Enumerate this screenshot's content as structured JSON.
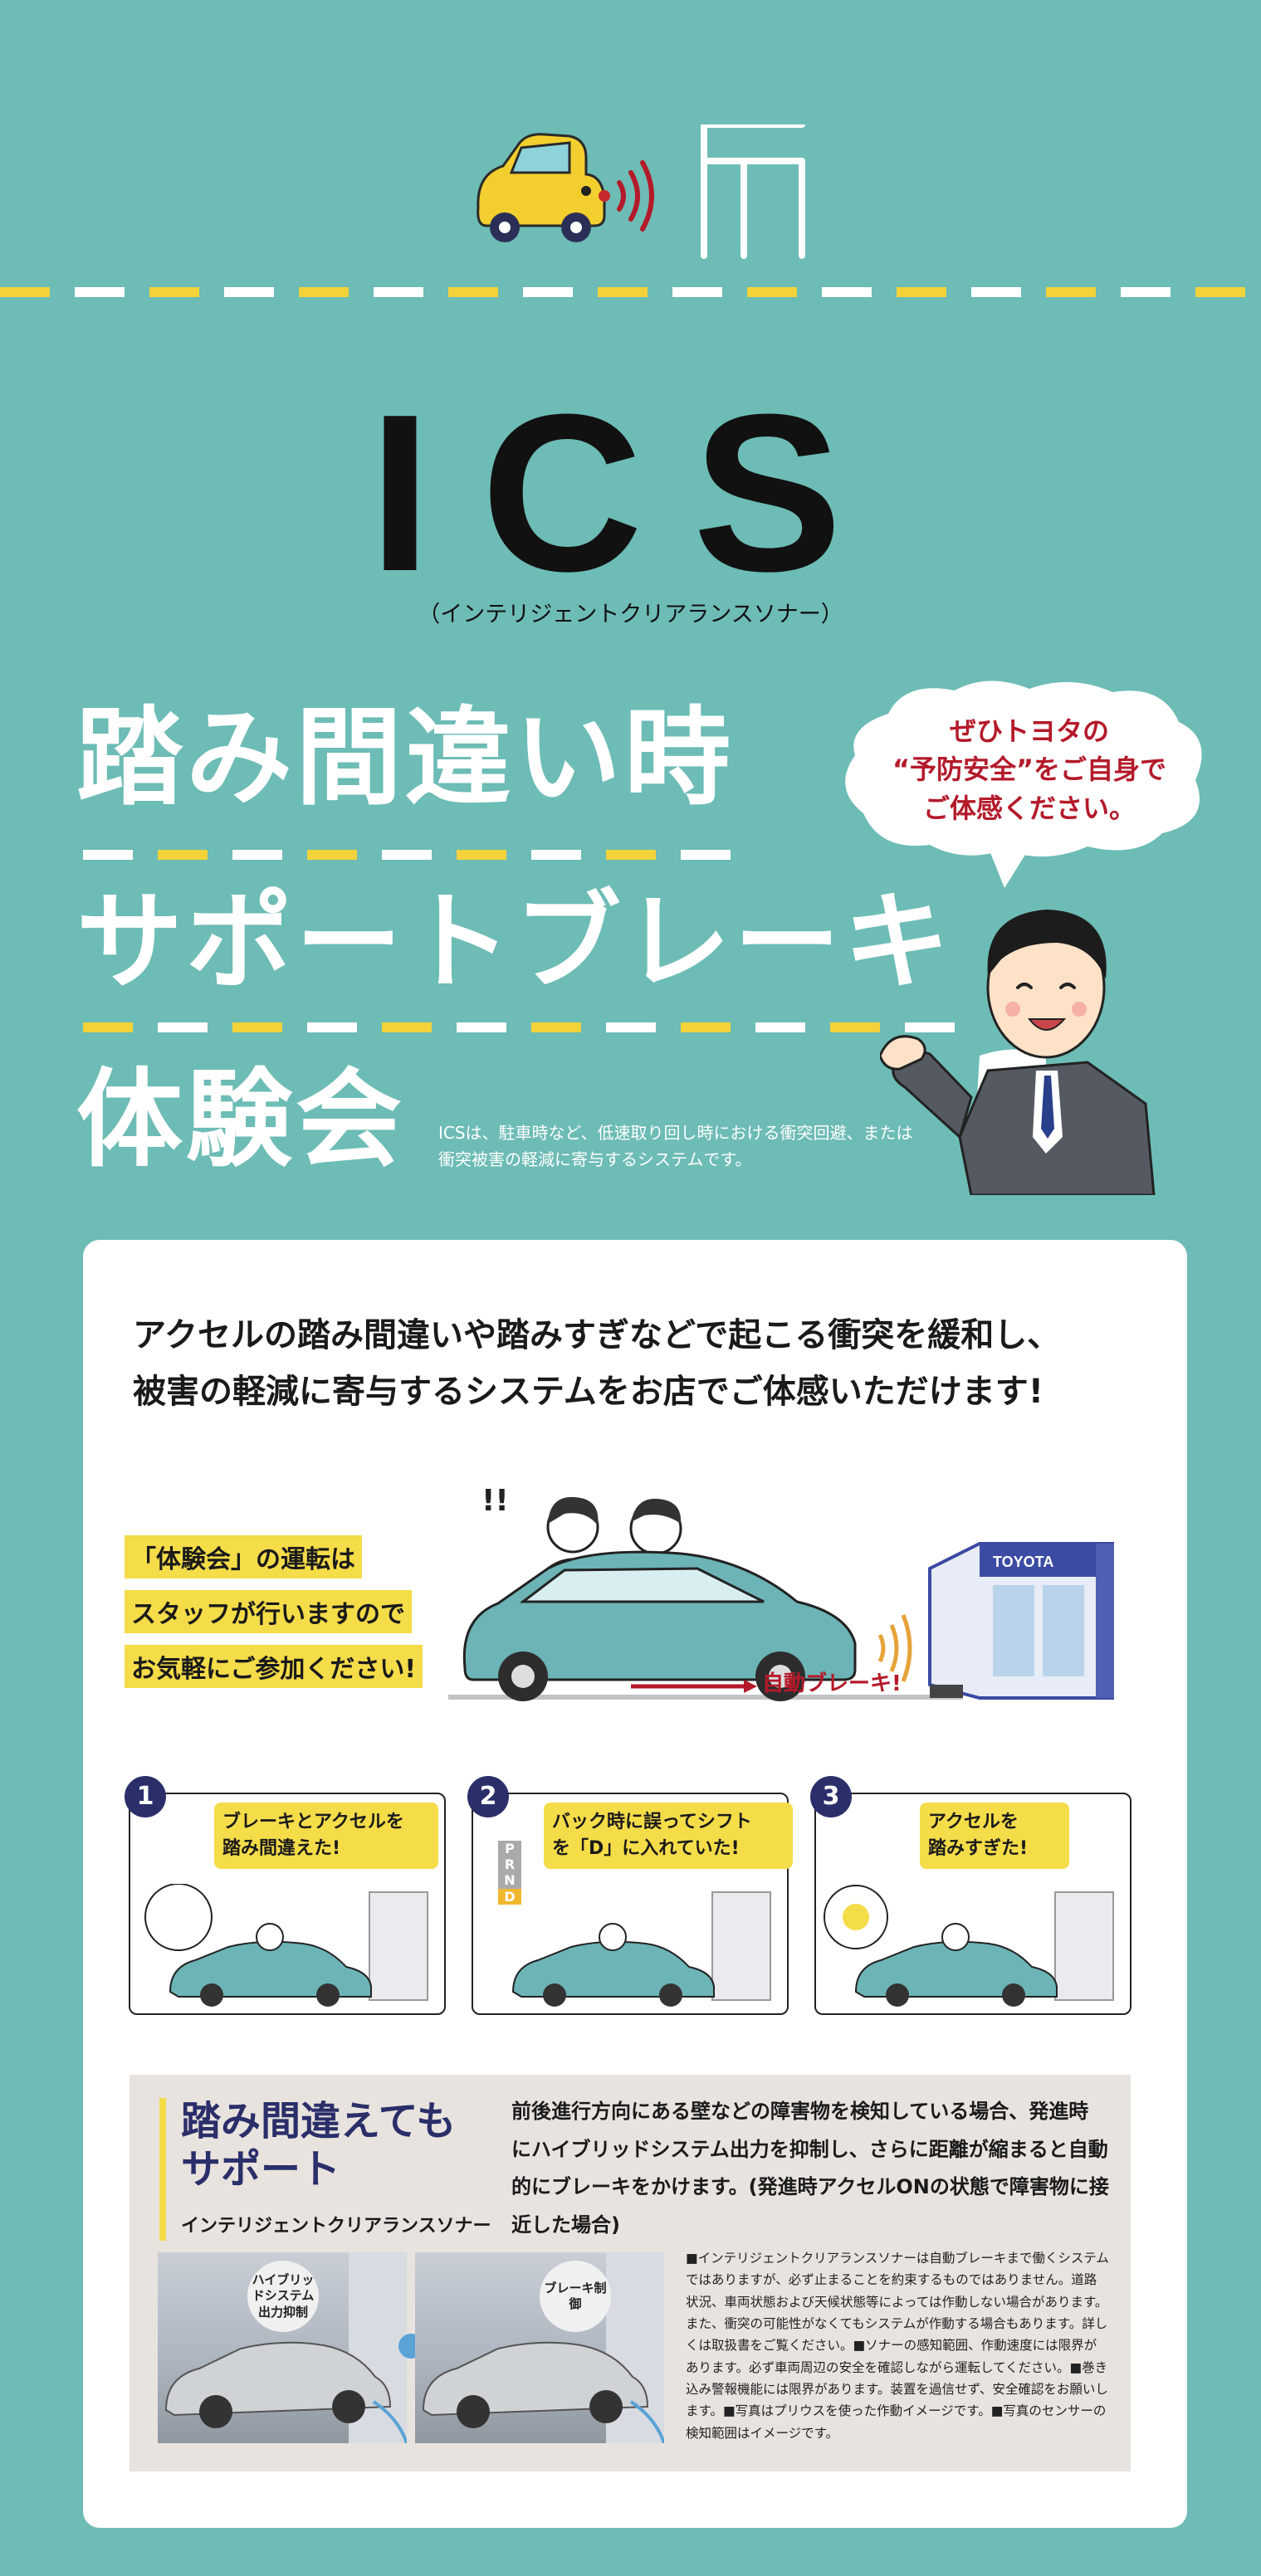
{
  "header": {
    "title": "ICS",
    "subtitle": "（インテリジェントクリアランスソナー）"
  },
  "headline": {
    "line1": "踏み間違い時",
    "line2": "サポートブレーキ",
    "line3": "体験会",
    "description_line1": "ICSは、駐車時など、低速取り回し時における衝突回避、または",
    "description_line2": "衝突被害の軽減に寄与するシステムです。"
  },
  "speech": {
    "line1": "ぜひトヨタの",
    "line2": "“予防安全”をご自身で",
    "line3": "ご体感ください。"
  },
  "panel": {
    "lead_line1": "アクセルの踏み間違いや踏みすぎなどで起こる衝突を緩和し、",
    "lead_line2": "被害の軽減に寄与するシステムをお店でご体感いただけます!",
    "note_line1": "「体験会」の運転は",
    "note_line2": "スタッフが行いますので",
    "note_line3": "お気軽にご参加ください!",
    "auto_brake": "自動ブレーキ!",
    "exclaim": "!!",
    "store_sign": "TOYOTA"
  },
  "steps": [
    {
      "num": "1",
      "line1": "ブレーキとアクセルを",
      "line2": "踏み間違えた!"
    },
    {
      "num": "2",
      "line1": "バック時に誤ってシフト",
      "line2": "を「D」に入れていた!",
      "gear": [
        "P",
        "R",
        "N",
        "D"
      ]
    },
    {
      "num": "3",
      "line1": "アクセルを",
      "line2": "踏みすぎた!"
    }
  ],
  "support": {
    "title_line1": "踏み間違えても",
    "title_line2": "サポート",
    "subtitle": "インテリジェントクリアランスソナー",
    "body_line1": "前後進行方向にある壁などの障害物を検知している場合、発進時",
    "body_line2": "にハイブリッドシステム出力を抑制し、さらに距離が縮まると自動",
    "body_line3": "的にブレーキをかけます。(発進時アクセルONの状態で障害物に接",
    "body_line4": "近した場合)",
    "photo1_label": "ハイブリッドシステム出力抑制",
    "photo2_label": "ブレーキ制御",
    "fine_print": "■インテリジェントクリアランスソナーは自動ブレーキまで働くシステムではありますが、必ず止まることを約束するものではありません。道路状況、車両状態および天候状態等によっては作動しない場合があります。また、衝突の可能性がなくてもシステムが作動する場合もあります。詳しくは取扱書をご覧ください。■ソナーの感知範囲、作動速度には限界があります。必ず車両周辺の安全を確認しながら運転してください。■巻き込み警報機能には限界があります。装置を過信せず、安全確認をお願いします。■写真はプリウスを使った作動イメージです。■写真のセンサーの検知範囲はイメージです。"
  },
  "colors": {
    "background": "#6dbcb5",
    "accent_yellow": "#f5dc49",
    "accent_red": "#b41a2a",
    "navy": "#2a2f6a"
  }
}
